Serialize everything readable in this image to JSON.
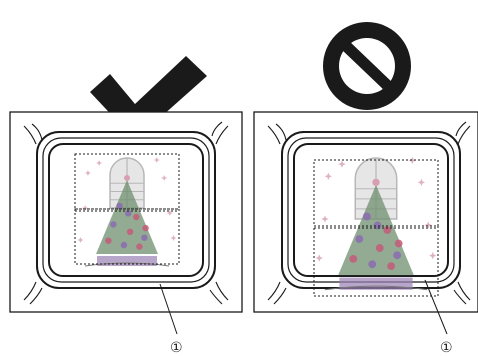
{
  "panels": [
    {
      "id": "correct",
      "indicator": "check-mark",
      "indicator_meaning": "correct",
      "callout": "①",
      "design_fits_in_frame": true
    },
    {
      "id": "incorrect",
      "indicator": "prohibition-sign",
      "indicator_meaning": "incorrect",
      "callout": "①",
      "design_fits_in_frame": false
    }
  ],
  "design_subject": "christmas-tree-with-arched-window",
  "colors": {
    "frame_line": "#1a1a1a",
    "fabric_bg": "#ffffff",
    "indicator": "#1a1a1a",
    "tree": "#6f8f6f",
    "window": "#b7b7b7",
    "ornaments": "#c45a7a",
    "stars": "#d89fb2"
  }
}
